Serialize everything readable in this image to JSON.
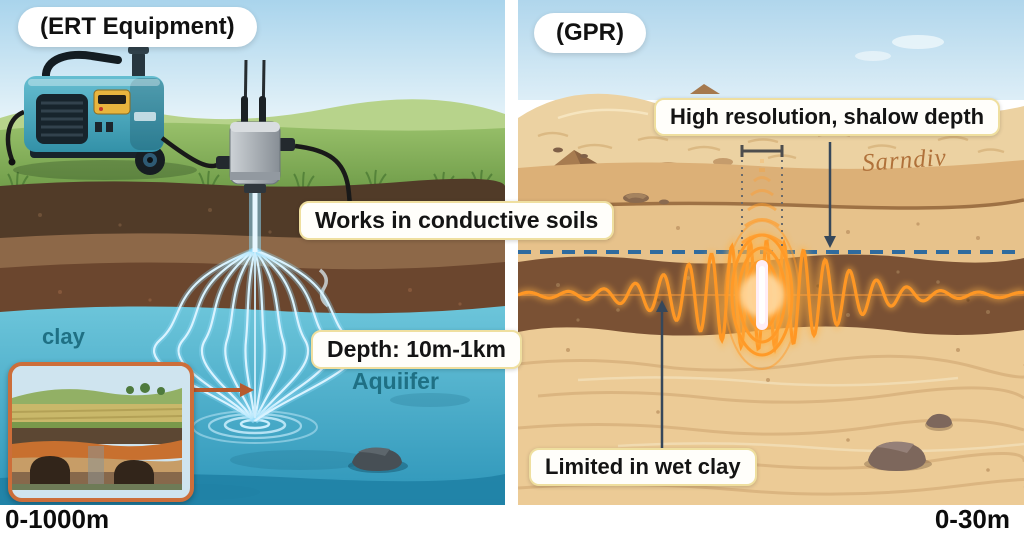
{
  "ert": {
    "title": "(ERT Equipment)",
    "callout_conductive": "Works in conductive soils",
    "callout_depth": "Depth: 10m-1km",
    "label_clay": "clay",
    "label_aquifer": "Aquiifer",
    "depth_range": "0-1000m"
  },
  "gpr": {
    "title": "(GPR)",
    "callout_resolution": "High resolution, shalow depth",
    "callout_limitation": "Limited in wet clay",
    "sand_writing": "Sarndiv",
    "depth_range": "0-30m"
  },
  "colors": {
    "machine_teal": "#4aa8bc",
    "aquifer_blue": "#3a9fc0",
    "radar_orange": "#ff9a28",
    "dashed_line_blue": "#2f6b9e",
    "callout_border": "#efdf9f",
    "sand": "#e7c28b",
    "wet_clay": "#7a5134"
  }
}
